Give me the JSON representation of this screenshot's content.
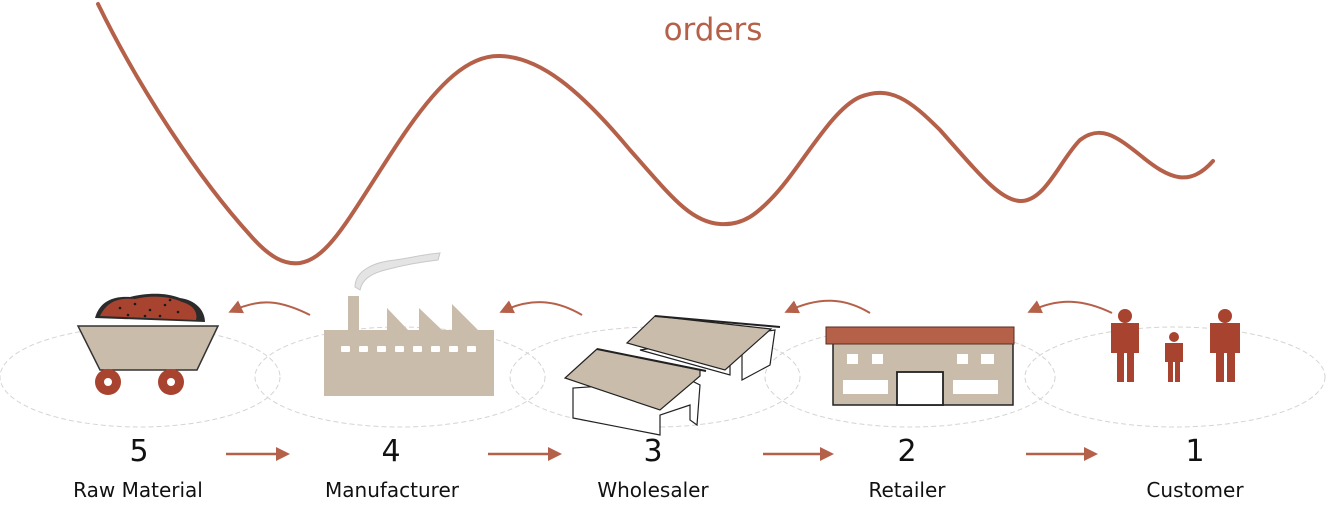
{
  "title": "orders",
  "colors": {
    "accent": "#b5614a",
    "icon_red": "#a8432f",
    "icon_beige": "#c9bcab",
    "ellipse": "#d4d4d4",
    "text": "#111111"
  },
  "stages": [
    {
      "number": "5",
      "label": "Raw Material",
      "icon": "mine-cart-icon"
    },
    {
      "number": "4",
      "label": "Manufacturer",
      "icon": "factory-icon"
    },
    {
      "number": "3",
      "label": "Wholesaler",
      "icon": "warehouse-icon"
    },
    {
      "number": "2",
      "label": "Retailer",
      "icon": "store-icon"
    },
    {
      "number": "1",
      "label": "Customer",
      "icon": "people-icon"
    }
  ],
  "flows": {
    "orders_direction": "customer-to-raw-material",
    "goods_direction": "raw-material-to-customer"
  },
  "orders_curve": {
    "description": "oscillating order signal with decreasing amplitude (bullwhip effect)",
    "values": [
      1.0,
      0.0,
      0.82,
      0.2,
      0.68,
      0.26,
      0.54,
      0.35,
      0.4
    ]
  }
}
